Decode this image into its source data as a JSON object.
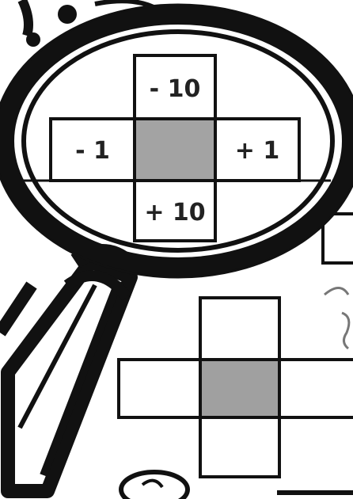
{
  "worksheet": {
    "magnified_grid": {
      "up_label": "- 10",
      "left_label": "- 1",
      "right_label": "+ 1",
      "down_label": "+ 10",
      "center_color": "#a3a3a3"
    },
    "practice_grid": {
      "center_color": "#a0a0a0"
    }
  },
  "colors": {
    "ink": "#111111",
    "paper": "#ffffff"
  }
}
